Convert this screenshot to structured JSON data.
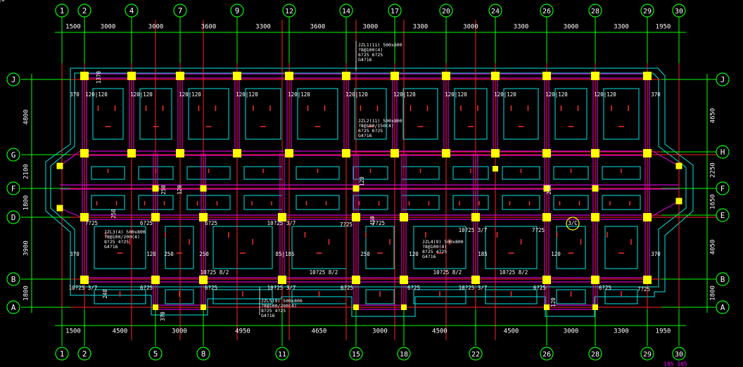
{
  "colors": {
    "background": "#000000",
    "axis": "#ff2020",
    "grid_bubble": "#00ff00",
    "dimension_text": "#ffffff",
    "column": "#ffff00",
    "beam": "#cc00cc",
    "outline": "#00e5e5",
    "rebar": "#ff3030",
    "label_text": "#ffffff",
    "corner_label": "#ff00ff"
  },
  "top_axes": [
    {
      "label": "1"
    },
    {
      "label": "2"
    },
    {
      "label": "4"
    },
    {
      "label": "7"
    },
    {
      "label": "9"
    },
    {
      "label": "12"
    },
    {
      "label": "14"
    },
    {
      "label": "17"
    },
    {
      "label": "20"
    },
    {
      "label": "24"
    },
    {
      "label": "26"
    },
    {
      "label": "28"
    },
    {
      "label": "29"
    },
    {
      "label": "30"
    }
  ],
  "top_dims": [
    "1500",
    "3000",
    "3000",
    "3600",
    "3300",
    "3600",
    "3000",
    "3300",
    "3000",
    "3300",
    "3000",
    "3300",
    "1950"
  ],
  "bottom_axes": [
    {
      "label": "1"
    },
    {
      "label": "2"
    },
    {
      "label": "5"
    },
    {
      "label": "8"
    },
    {
      "label": "11"
    },
    {
      "label": "15"
    },
    {
      "label": "18"
    },
    {
      "label": "22"
    },
    {
      "label": "26"
    },
    {
      "label": "28"
    },
    {
      "label": "29"
    },
    {
      "label": "30"
    }
  ],
  "bottom_dims": [
    "1500",
    "4500",
    "3000",
    "4950",
    "4650",
    "3000",
    "4500",
    "4500",
    "3000",
    "3300",
    "1950"
  ],
  "left_rows": [
    {
      "label": "J"
    },
    {
      "label": "G"
    },
    {
      "label": "F"
    },
    {
      "label": "D"
    },
    {
      "label": "B"
    },
    {
      "label": "A"
    }
  ],
  "left_dims": [
    "4800",
    "2100",
    "1800",
    "3900",
    "1800"
  ],
  "right_rows": [
    {
      "label": "J"
    },
    {
      "label": "H"
    },
    {
      "label": "F"
    },
    {
      "label": "E"
    },
    {
      "label": "B"
    },
    {
      "label": "A"
    }
  ],
  "right_dims": [
    "4650",
    "2250",
    "1650",
    "4050",
    "1800"
  ],
  "annotations": [
    {
      "text": "JZL1(11) 500x800"
    },
    {
      "text": "?8@100(4)"
    },
    {
      "text": "6?25 6?25"
    },
    {
      "text": "G4?16"
    },
    {
      "text": "JZL2(11) 500x800"
    },
    {
      "text": "?8@100/150(4)"
    },
    {
      "text": "6?25 6?25"
    },
    {
      "text": "G4?16"
    },
    {
      "text": "JZL3(4) 500x800"
    },
    {
      "text": "?8@100/200(4)"
    },
    {
      "text": "8?25 4?25"
    },
    {
      "text": "G4?16"
    },
    {
      "text": "JZL4(9) 500x800"
    },
    {
      "text": "?8@100(4)"
    },
    {
      "text": "8?25 4?25"
    },
    {
      "text": "G4?16"
    },
    {
      "text": "JZL5(9) 500x800"
    },
    {
      "text": "?8@100/200(4)"
    },
    {
      "text": "8?25 4?25"
    },
    {
      "text": "G4?16"
    }
  ],
  "beam_labels": [
    "370",
    "120|120",
    "120|120",
    "120|120",
    "120|120",
    "120|120",
    "120|120",
    "120|120",
    "120|120",
    "120|120",
    "120|120",
    "120|120",
    "370",
    "7?25",
    "6?25",
    "6?25",
    "10?25 3/7",
    "7?25",
    "7?25",
    "10?25 3/7",
    "7?25",
    "370",
    "120",
    "250",
    "250",
    "85|185",
    "250",
    "120",
    "185",
    "120",
    "370",
    "10?25 8/2",
    "10?25 8/2",
    "10?25 8/2",
    "10?25 8/2",
    "10?25 3/7",
    "6?25",
    "6?25",
    "10?25 3/7",
    "6?25",
    "6?25",
    "10?25 3/7",
    "6?25",
    "6?25",
    "7?25",
    "3/C",
    "450",
    "250",
    "1370",
    "370",
    "240",
    "250",
    "120",
    "120",
    "250",
    "120",
    "120"
  ],
  "corner_label": "185 185"
}
